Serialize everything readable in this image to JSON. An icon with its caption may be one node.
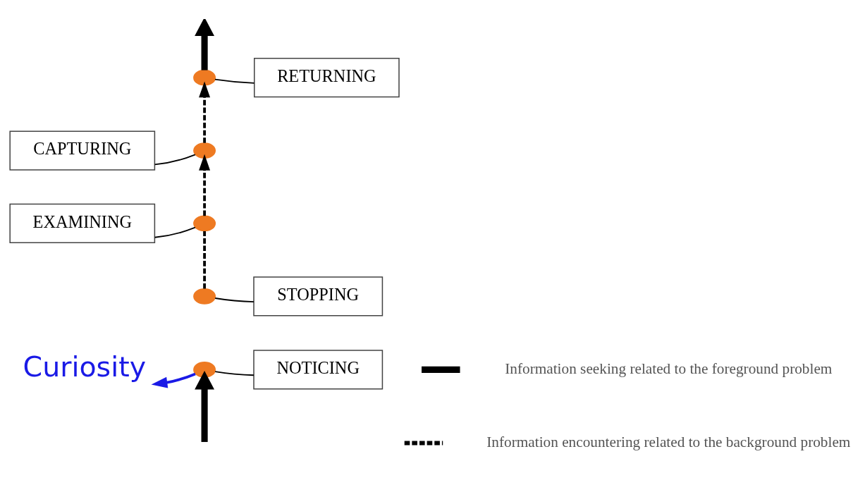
{
  "diagram": {
    "nodes": [
      {
        "text": [
          "RETURNING"
        ]
      },
      {
        "text": [],
        "shape": "circle"
      },
      {
        "text": [
          "CAPTURING"
        ]
      },
      {
        "text": [],
        "shape": "circle"
      },
      {
        "text": [
          "EXAMINING"
        ]
      },
      {
        "text": [],
        "shape": "circle"
      },
      {
        "text": [
          "STOPPING"
        ]
      },
      {
        "text": [],
        "shape": "circle"
      },
      {
        "text": [],
        "shape": "circle"
      },
      {
        "text": [
          "NOTICING"
        ]
      },
      {
        "text": [
          "Curiosity"
        ]
      }
    ],
    "edges": [
      {
        "from": null,
        "to": 8,
        "arrow": "to",
        "style": "thick"
      },
      {
        "from": 7,
        "to": 5,
        "arrow": "none",
        "style": "dashed"
      },
      {
        "from": 5,
        "to": 3,
        "arrow": "to",
        "style": "dashed"
      },
      {
        "from": 3,
        "to": 1,
        "arrow": "to",
        "style": "dashed"
      },
      {
        "from": 1,
        "to": null,
        "arrow": "to",
        "style": "thick"
      },
      {
        "from": 0,
        "to": 1,
        "arrow": "none"
      },
      {
        "from": 2,
        "to": 3,
        "arrow": "none"
      },
      {
        "from": 4,
        "to": 5,
        "arrow": "none"
      },
      {
        "from": 6,
        "to": 7,
        "arrow": "none"
      },
      {
        "from": 9,
        "to": 8,
        "arrow": "none"
      },
      {
        "from": 8,
        "to": 10,
        "arrow": "to",
        "color": "#1a1ae6"
      }
    ],
    "legend": [
      {
        "text": "Information seeking related to the foreground problem"
      },
      {
        "text": "Information encountering related to the background problem"
      }
    ]
  }
}
